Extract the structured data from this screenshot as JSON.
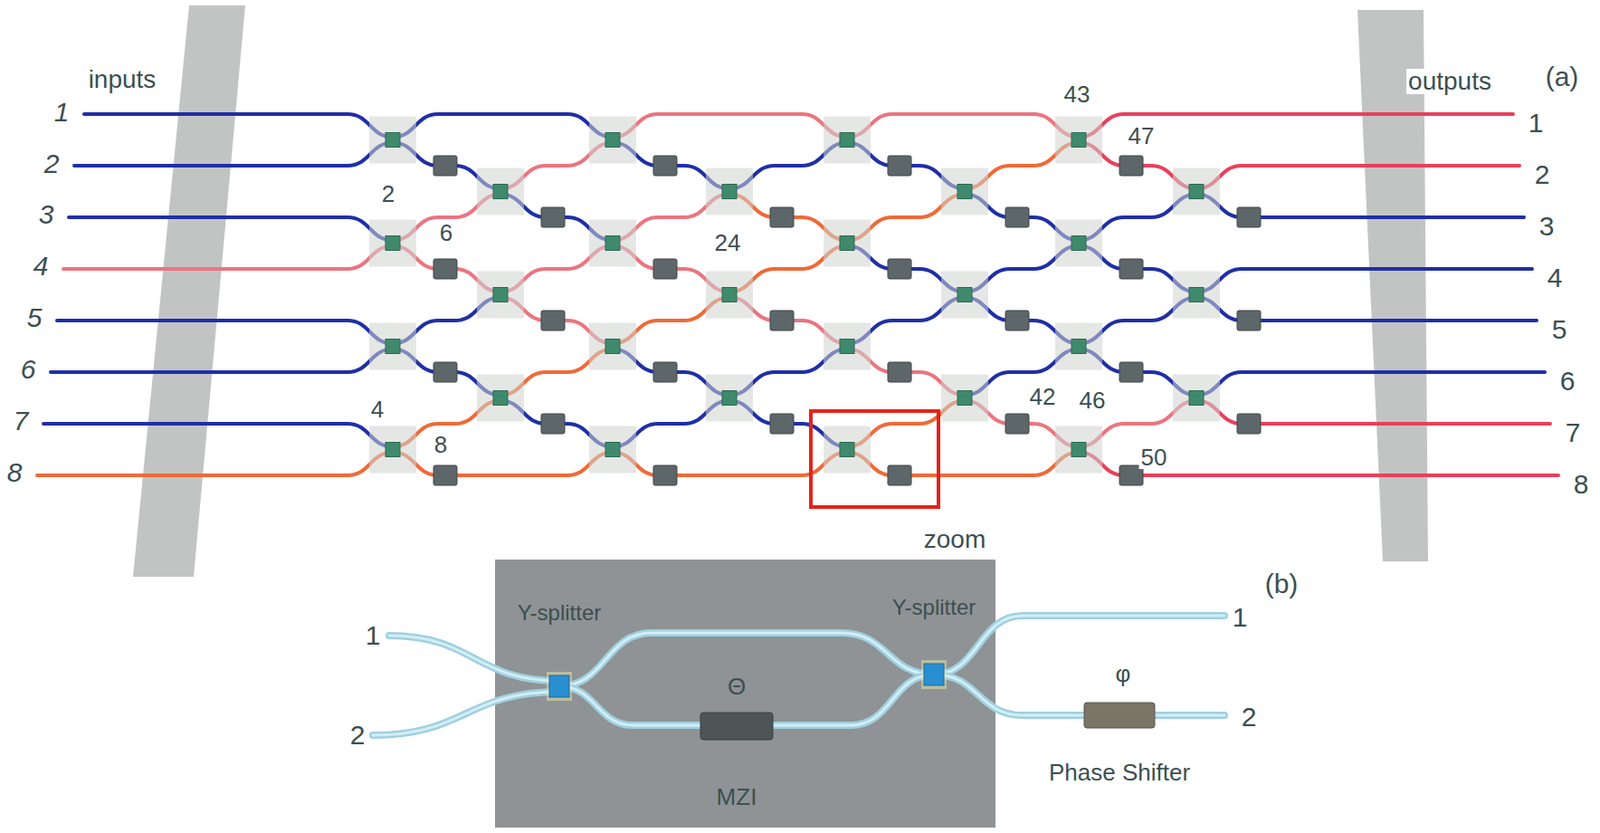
{
  "diagram": {
    "labels": [
      "inputs",
      "outputs",
      "(a)",
      "(b)",
      "zoom",
      "1",
      "2",
      "3",
      "4",
      "5",
      "6",
      "7",
      "8",
      "1",
      "2",
      "3",
      "4",
      "5",
      "6",
      "7",
      "8",
      "43",
      "47",
      "2",
      "6",
      "24",
      "42",
      "46",
      "4",
      "8",
      "50",
      "Y-splitter",
      "Y-splitter",
      "Θ",
      "MZI",
      "φ",
      "Phase Shifter",
      "1",
      "2",
      "1",
      "2"
    ]
  }
}
